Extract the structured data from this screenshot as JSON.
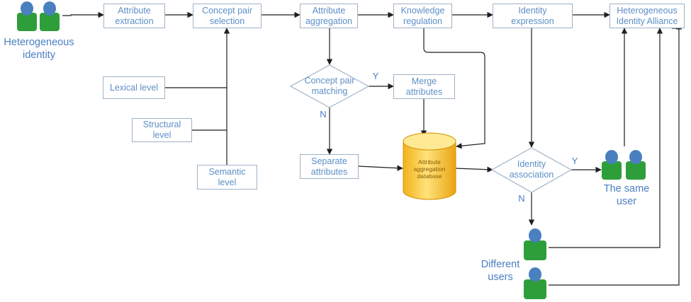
{
  "process": {
    "attribute_extraction": "Attribute extraction",
    "concept_pair_selection": "Concept pair selection",
    "attribute_aggregation": "Attribute aggregation",
    "knowledge_regulation": "Knowledge regulation",
    "identity_expression": "Identity expression",
    "heterogeneous_identity_alliance": "Heterogeneous Identity Alliance"
  },
  "levels": {
    "lexical": "Lexical level",
    "structural": "Structural level",
    "semantic": "Semantic level"
  },
  "decisions": {
    "concept_pair_matching": "Concept pair matching",
    "identity_association": "Identity association"
  },
  "outcomes": {
    "merge_attributes": "Merge attributes",
    "separate_attributes": "Separate attributes"
  },
  "database": "Attribute aggregation database",
  "actors": {
    "heterogeneous_identity": "Heterogeneous identity",
    "same_user": "The same user",
    "different_users": "Different users"
  },
  "branch_labels": {
    "yes": "Y",
    "no": "N"
  },
  "colors": {
    "text": "#5d8fc6",
    "box_border": "#9fb3c8",
    "arrow": "#1f1f1f",
    "user_body": "#2e9e3a",
    "user_head": "#4a7fc0",
    "database": "#f5c431"
  },
  "icons": [
    "user-icon",
    "database-icon"
  ]
}
